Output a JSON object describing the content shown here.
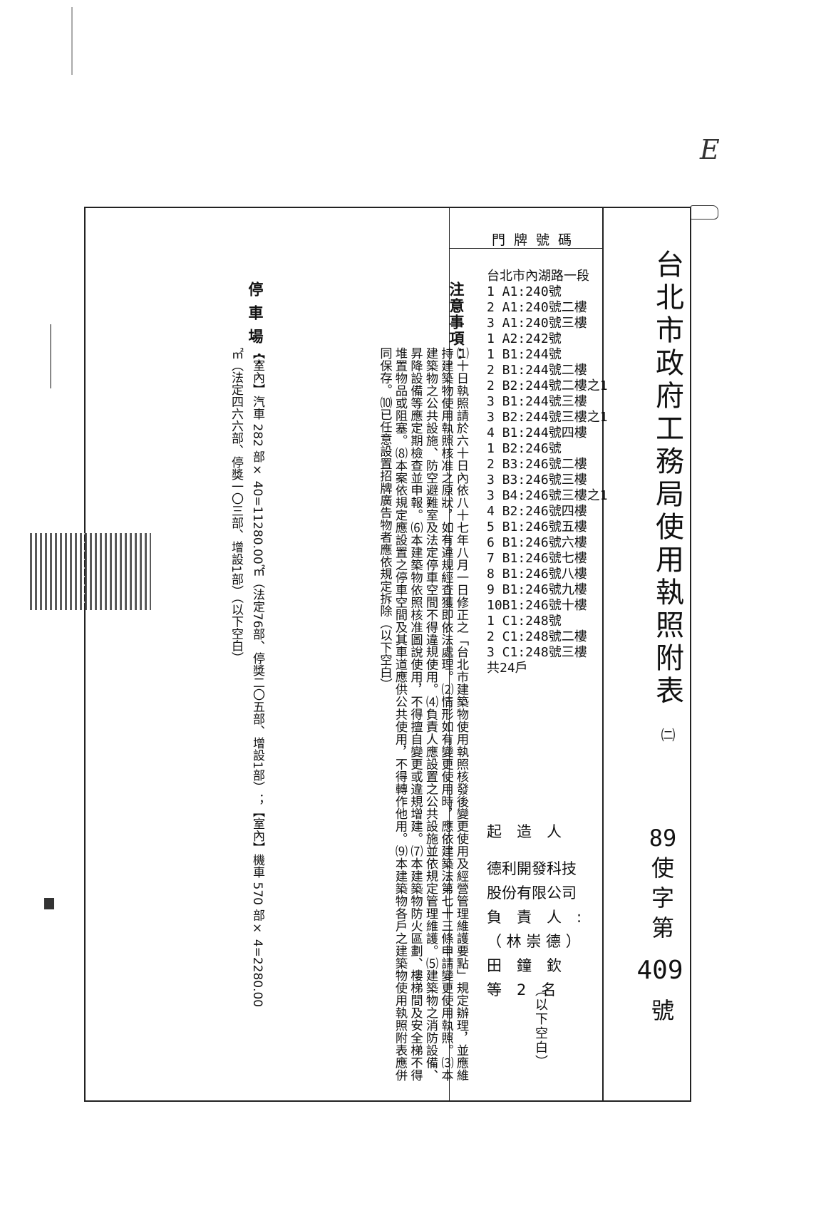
{
  "document": {
    "title": "台北市政府工務局使用執照附表",
    "title_sub": "㈡",
    "permit": {
      "year": "89",
      "chars1": [
        "使",
        "字",
        "第"
      ],
      "number": "409",
      "suffix": "號"
    },
    "door": {
      "heading": "門牌號碼",
      "lines": [
        "台北市內湖路一段",
        "1 A1:240號",
        "2 A1:240號二樓",
        "3 A1:240號三樓",
        "1 A2:242號",
        "1 B1:244號",
        "2 B1:244號二樓",
        "2 B2:244號二樓之1",
        "3 B1:244號三樓",
        "3 B2:244號三樓之1",
        "4 B1:244號四樓",
        "1 B2:246號",
        "2 B3:246號二樓",
        "3 B3:246號三樓",
        "3 B4:246號三樓之1",
        "4 B2:246號四樓",
        "5 B1:246號五樓",
        "6 B1:246號六樓",
        "7 B1:246號七樓",
        "8 B1:246號八樓",
        "9 B1:246號九樓",
        "10B1:246號十樓",
        "1 C1:248號",
        "2 C1:248號二樓",
        "3 C1:248號三樓",
        "共24戶"
      ]
    },
    "builder": {
      "heading": "起　造　人",
      "company_line1": "德利開發科技",
      "company_line2": "股份有限公司",
      "rep_line": "負　責　人　:",
      "rep_name": "（ 林 崇 德 ）",
      "person": "田　鐘　欽",
      "count_line": "等　2　名",
      "blank": "（以下空白）"
    },
    "notes": {
      "label": "注意事項：",
      "body": "⑴十日執照請於六十日內依八十七年八月一日修正之「台北市建築物使用執照核發後變更使用及經營管理維護要點」規定辦理，並應維持建築物使用執照核准之原狀，如有違規經查獲即依法處理。⑵情形如有變更使用時，應依建築法第七十三條申請變更使用執照。⑶本建築物之公共設施、防空避難室及法定停車空間不得違規使用。⑷負責人應設置之公共設施並依規定管理維護。⑸建築物之消防設備、昇降設備等應定期檢查並申報。⑹本建築物依照核准圖說使用，不得擅自變更或違規增建。⑺本建築物防火區劃、樓梯間及安全梯不得堆置物品或阻塞。⑻本案依規定應設置之停車空間及其車道應供公共使用，不得轉作他用。⑼本建築物各戶之建築物使用執照附表應併同保存。⑽已任意設置招牌廣告物者應依規定拆除（以下空白）"
    },
    "parking": {
      "label": "停車場：",
      "line1": "【室內】汽車 282 部× 40=11280.00㎡（法定76部、停獎二〇五部、增設1部）；【室內】機車 570 部× 4=2280.00",
      "line2": "㎡（法定四六六部、停獎一〇三部、增設1部）（以下空白）"
    }
  }
}
